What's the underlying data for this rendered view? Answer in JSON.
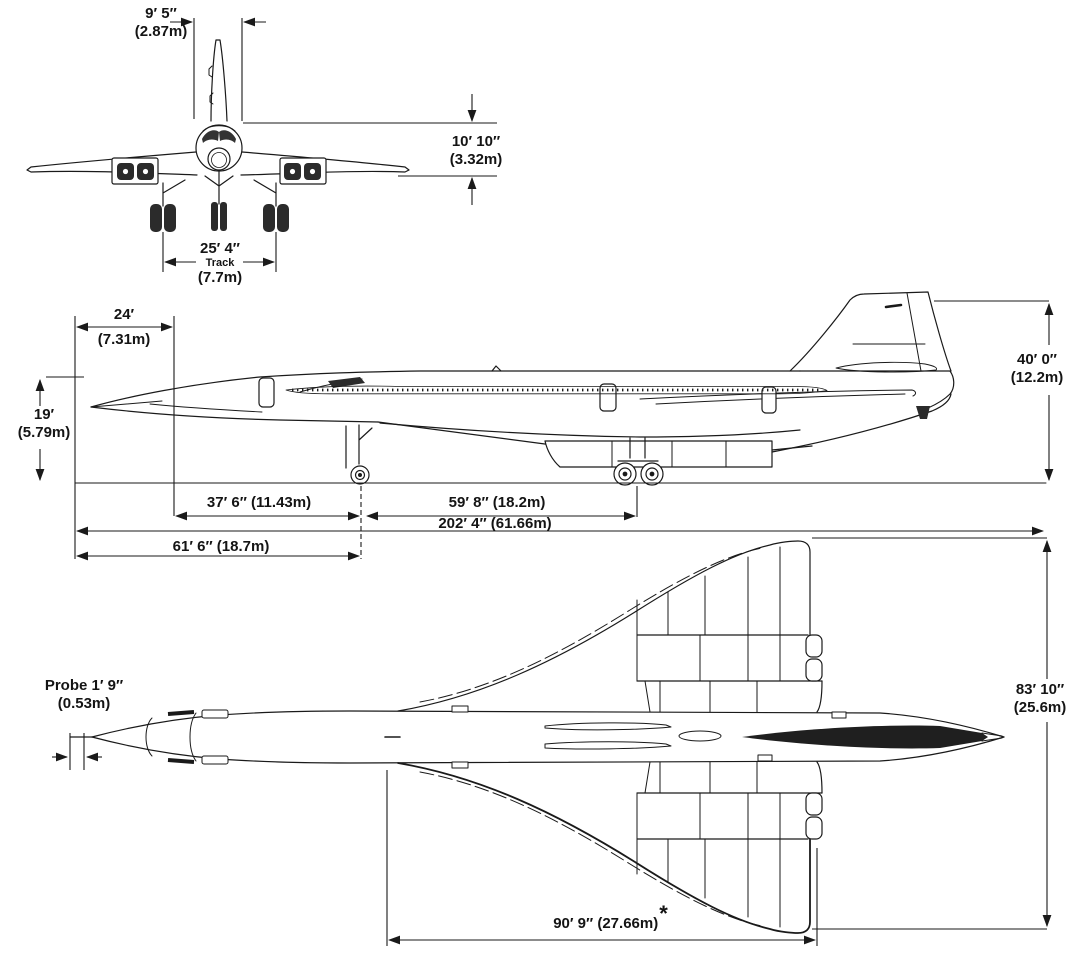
{
  "colors": {
    "ink": "#1a1a1a",
    "background": "#ffffff"
  },
  "dimensions": {
    "fuselage_width": {
      "feet": "9′ 5″",
      "meters": "(2.87m)"
    },
    "fuselage_height": {
      "feet": "10′ 10″",
      "meters": "(3.32m)"
    },
    "main_gear_track": {
      "feet": "25′ 4″",
      "name": "Track",
      "meters": "(7.7m)"
    },
    "nose_section_length": {
      "feet": "24′",
      "meters": "(7.31m)"
    },
    "nose_height": {
      "feet": "19′",
      "meters": "(5.79m)"
    },
    "tail_height": {
      "feet": "40′ 0″",
      "meters": "(12.2m)"
    },
    "nose_ref_to_nose_gear": {
      "combined": "37′ 6″ (11.43m)"
    },
    "wheelbase": {
      "combined": "59′ 8″ (18.2m)"
    },
    "overall_length": {
      "combined": "202′ 4″ (61.66m)"
    },
    "nose_to_nose_gear": {
      "combined": "61′ 6″ (18.7m)"
    },
    "nose_probe": {
      "label": "Probe 1′ 9″",
      "meters": "(0.53m)"
    },
    "wingspan": {
      "feet": "83′ 10″",
      "meters": "(25.6m)"
    },
    "wing_root_chord": {
      "combined": "90′ 9″ (27.66m)",
      "footnote_marker": "*"
    }
  }
}
